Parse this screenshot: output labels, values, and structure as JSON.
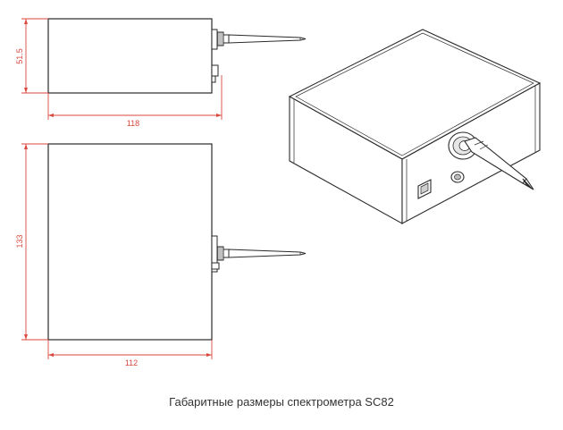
{
  "colors": {
    "outline": "#2a2a2a",
    "dimension": "#d9473d",
    "body_fill": "#ffffff",
    "panel_fill": "#f2f2f2",
    "caption_text": "#333333"
  },
  "views": {
    "side": {
      "height_label": "51.5",
      "width_label": "118"
    },
    "top": {
      "height_label": "133",
      "width_label": "112"
    }
  },
  "caption": "Габаритные размеры спектрометра SC82"
}
